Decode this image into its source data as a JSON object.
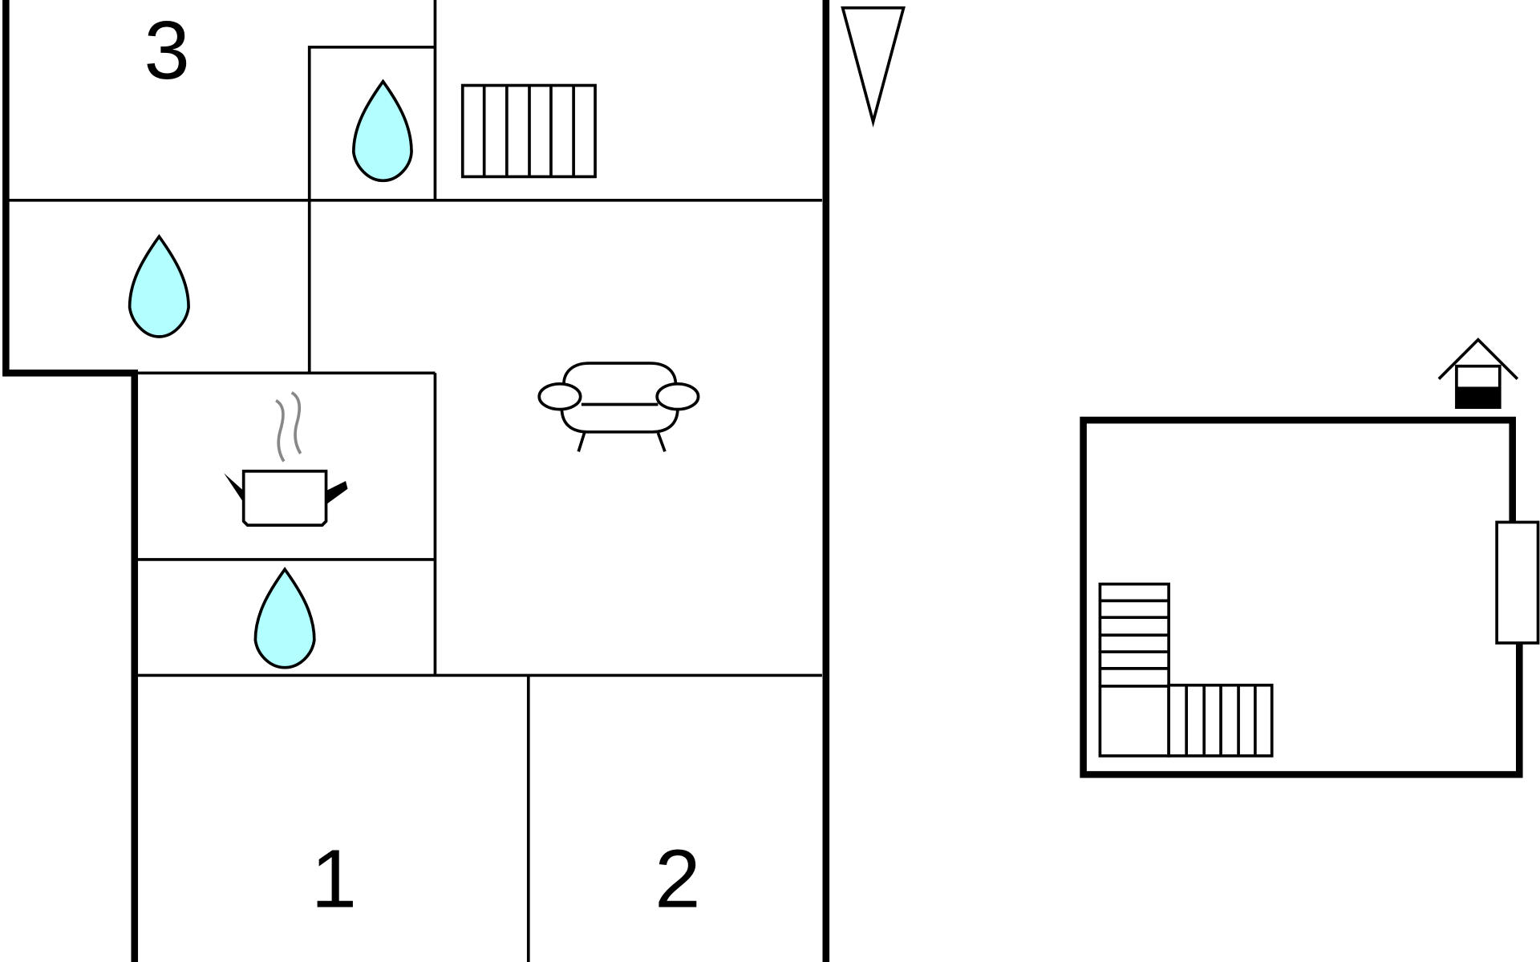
{
  "plan": {
    "rooms": [
      {
        "label": "3",
        "name": "bedroom-3"
      },
      {
        "label": "1",
        "name": "bedroom-1"
      },
      {
        "label": "2",
        "name": "bedroom-2"
      }
    ],
    "icons": [
      "bathroom-drop-icon",
      "radiator-icon",
      "sofa-icon",
      "kitchen-pot-icon",
      "north-arrow-icon",
      "outbuilding-house-icon",
      "stairs-icon",
      "window-icon"
    ],
    "colors": {
      "water": "#b3ffff",
      "steam": "#888888",
      "walls": "#000000"
    }
  }
}
